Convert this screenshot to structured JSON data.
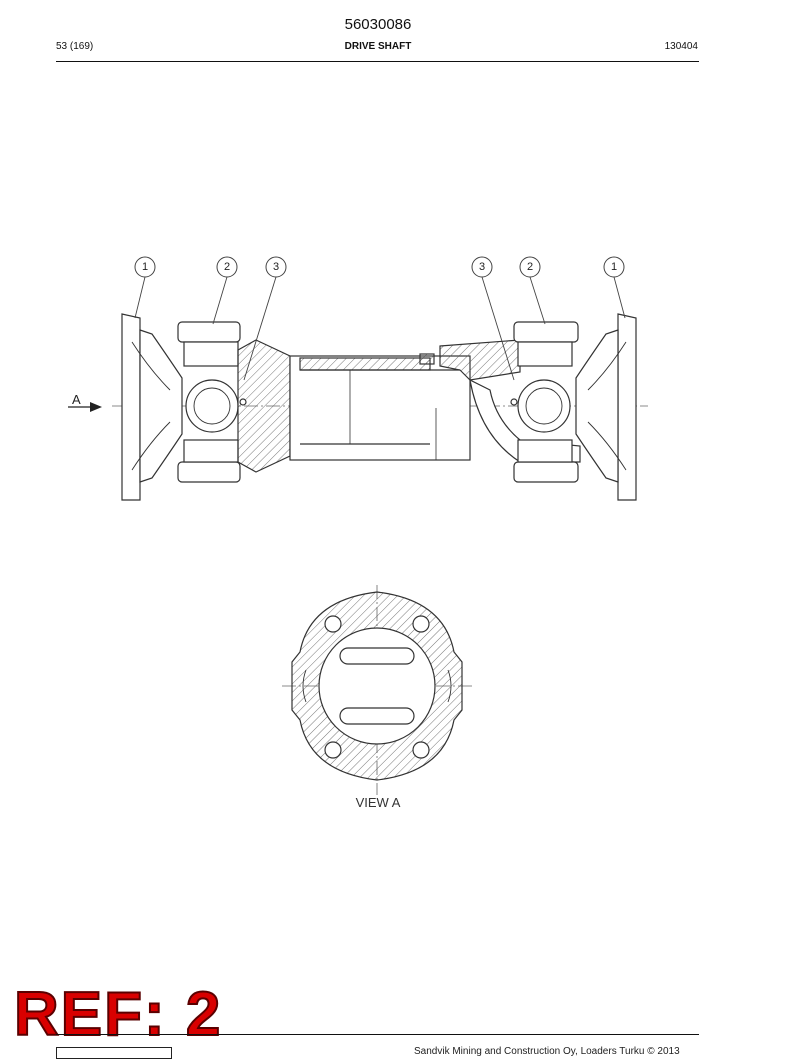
{
  "header": {
    "doc_number": "56030086",
    "page": "53 (169)",
    "title": "DRIVE SHAFT",
    "date_code": "130404"
  },
  "drawing": {
    "callouts": [
      "1",
      "2",
      "3",
      "3",
      "2",
      "1"
    ],
    "view_arrow_label": "A",
    "view_label": "VIEW A"
  },
  "ref_badge": "REF: 2",
  "footer": {
    "copyright": "Sandvik Mining and Construction Oy, Loaders Turku © 2013"
  }
}
